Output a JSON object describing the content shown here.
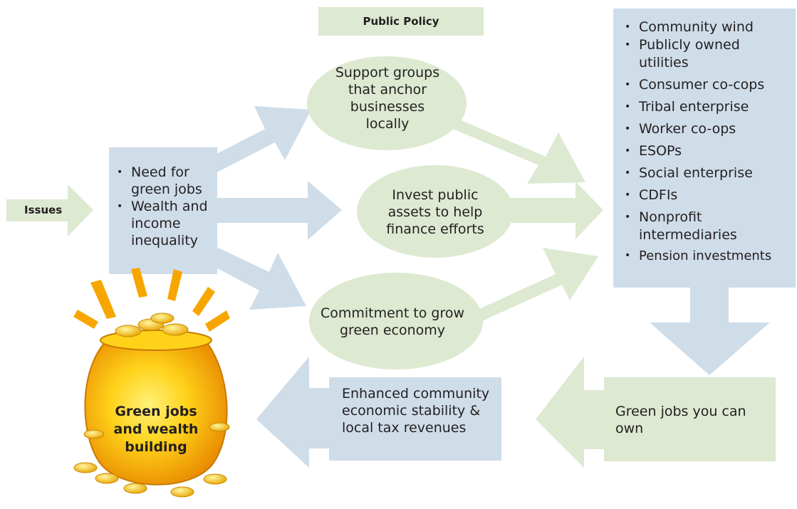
{
  "public_policy_label": "Public Policy",
  "issues_label": "Issues",
  "needs": [
    "Need for green jobs",
    "Wealth and income inequality"
  ],
  "policies": {
    "support": "Support groups that anchor businesses locally",
    "invest": "Invest public assets to help finance efforts",
    "commit": "Commitment to grow green economy"
  },
  "ownership_models": [
    "Community wind",
    "Publicly owned utilities",
    "Consumer co-cops",
    "Tribal enterprise",
    "Worker co-ops",
    "ESOPs",
    "Social enterprise",
    "CDFIs",
    "Nonprofit intermediaries",
    "Pension investments"
  ],
  "green_jobs_own": "Green jobs you can own",
  "enhanced": "Enhanced community economic stability & local tax revenues",
  "pot_label": "Green jobs and wealth building",
  "colors": {
    "blue": "#cfdde9",
    "green": "#dde9d1",
    "gold": "#f7b500"
  }
}
